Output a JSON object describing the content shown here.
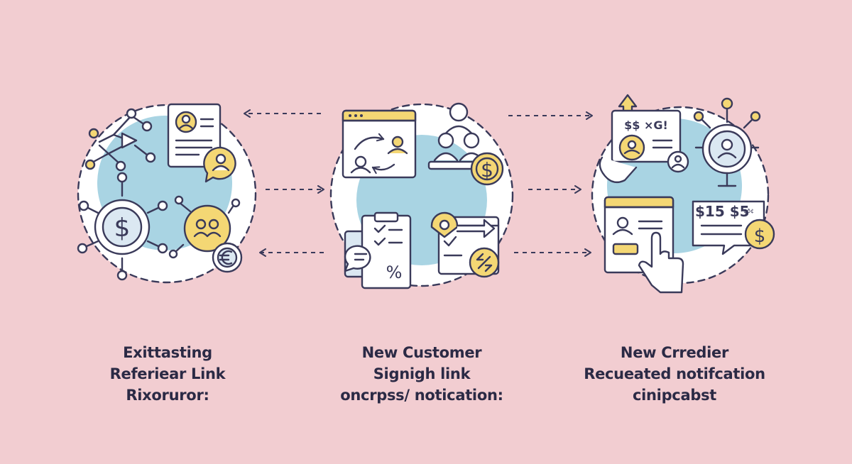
{
  "colors": {
    "background": "#f2cdd1",
    "ink": "#3a3a5a",
    "blue": "#a9d4e3",
    "yellow": "#f4d774",
    "card": "#ffffff"
  },
  "steps": [
    {
      "id": "existing-referrer",
      "caption": [
        "Exittasting",
        "Referiear Link",
        "Rixoruror:"
      ],
      "icons": [
        "network-icon",
        "profile-card-icon",
        "chat-avatar-icon",
        "dollar-coin-icon",
        "group-badge-icon",
        "euro-coin-icon"
      ]
    },
    {
      "id": "new-customer",
      "caption": [
        "New Customer",
        "Signigh link",
        "oncrpss/ notication:"
      ],
      "icons": [
        "browser-window-icon",
        "team-icon",
        "dollar-coin-icon",
        "clipboard-checklist-icon",
        "chat-bubble-icon",
        "percent-icon",
        "transfer-window-icon"
      ]
    },
    {
      "id": "new-credit",
      "caption": [
        "New Crredier",
        "Recueated notifcation",
        "cinipcabst"
      ],
      "icons": [
        "upload-arrow-icon",
        "receipt-card-icon",
        "hand-badge-icon",
        "user-avatar-icon",
        "network-user-icon",
        "profile-window-icon",
        "pointer-hand-icon",
        "price-bubble-icon",
        "dollar-coin-icon"
      ]
    }
  ],
  "labels": {
    "receipt_text": "$$ ×G!",
    "price_main": "$15 $5",
    "price_small": "¢ð¢",
    "dollar": "$",
    "percent": "%"
  },
  "arrows": [
    {
      "from": "new-customer",
      "to": "existing-referrer",
      "row": "top"
    },
    {
      "from": "existing-referrer",
      "to": "new-customer",
      "row": "middle"
    },
    {
      "from": "new-customer",
      "to": "existing-referrer",
      "row": "bottom"
    },
    {
      "from": "new-customer",
      "to": "new-credit",
      "row": "top"
    },
    {
      "from": "new-customer",
      "to": "new-credit",
      "row": "middle"
    },
    {
      "from": "new-customer",
      "to": "new-credit",
      "row": "bottom"
    }
  ]
}
